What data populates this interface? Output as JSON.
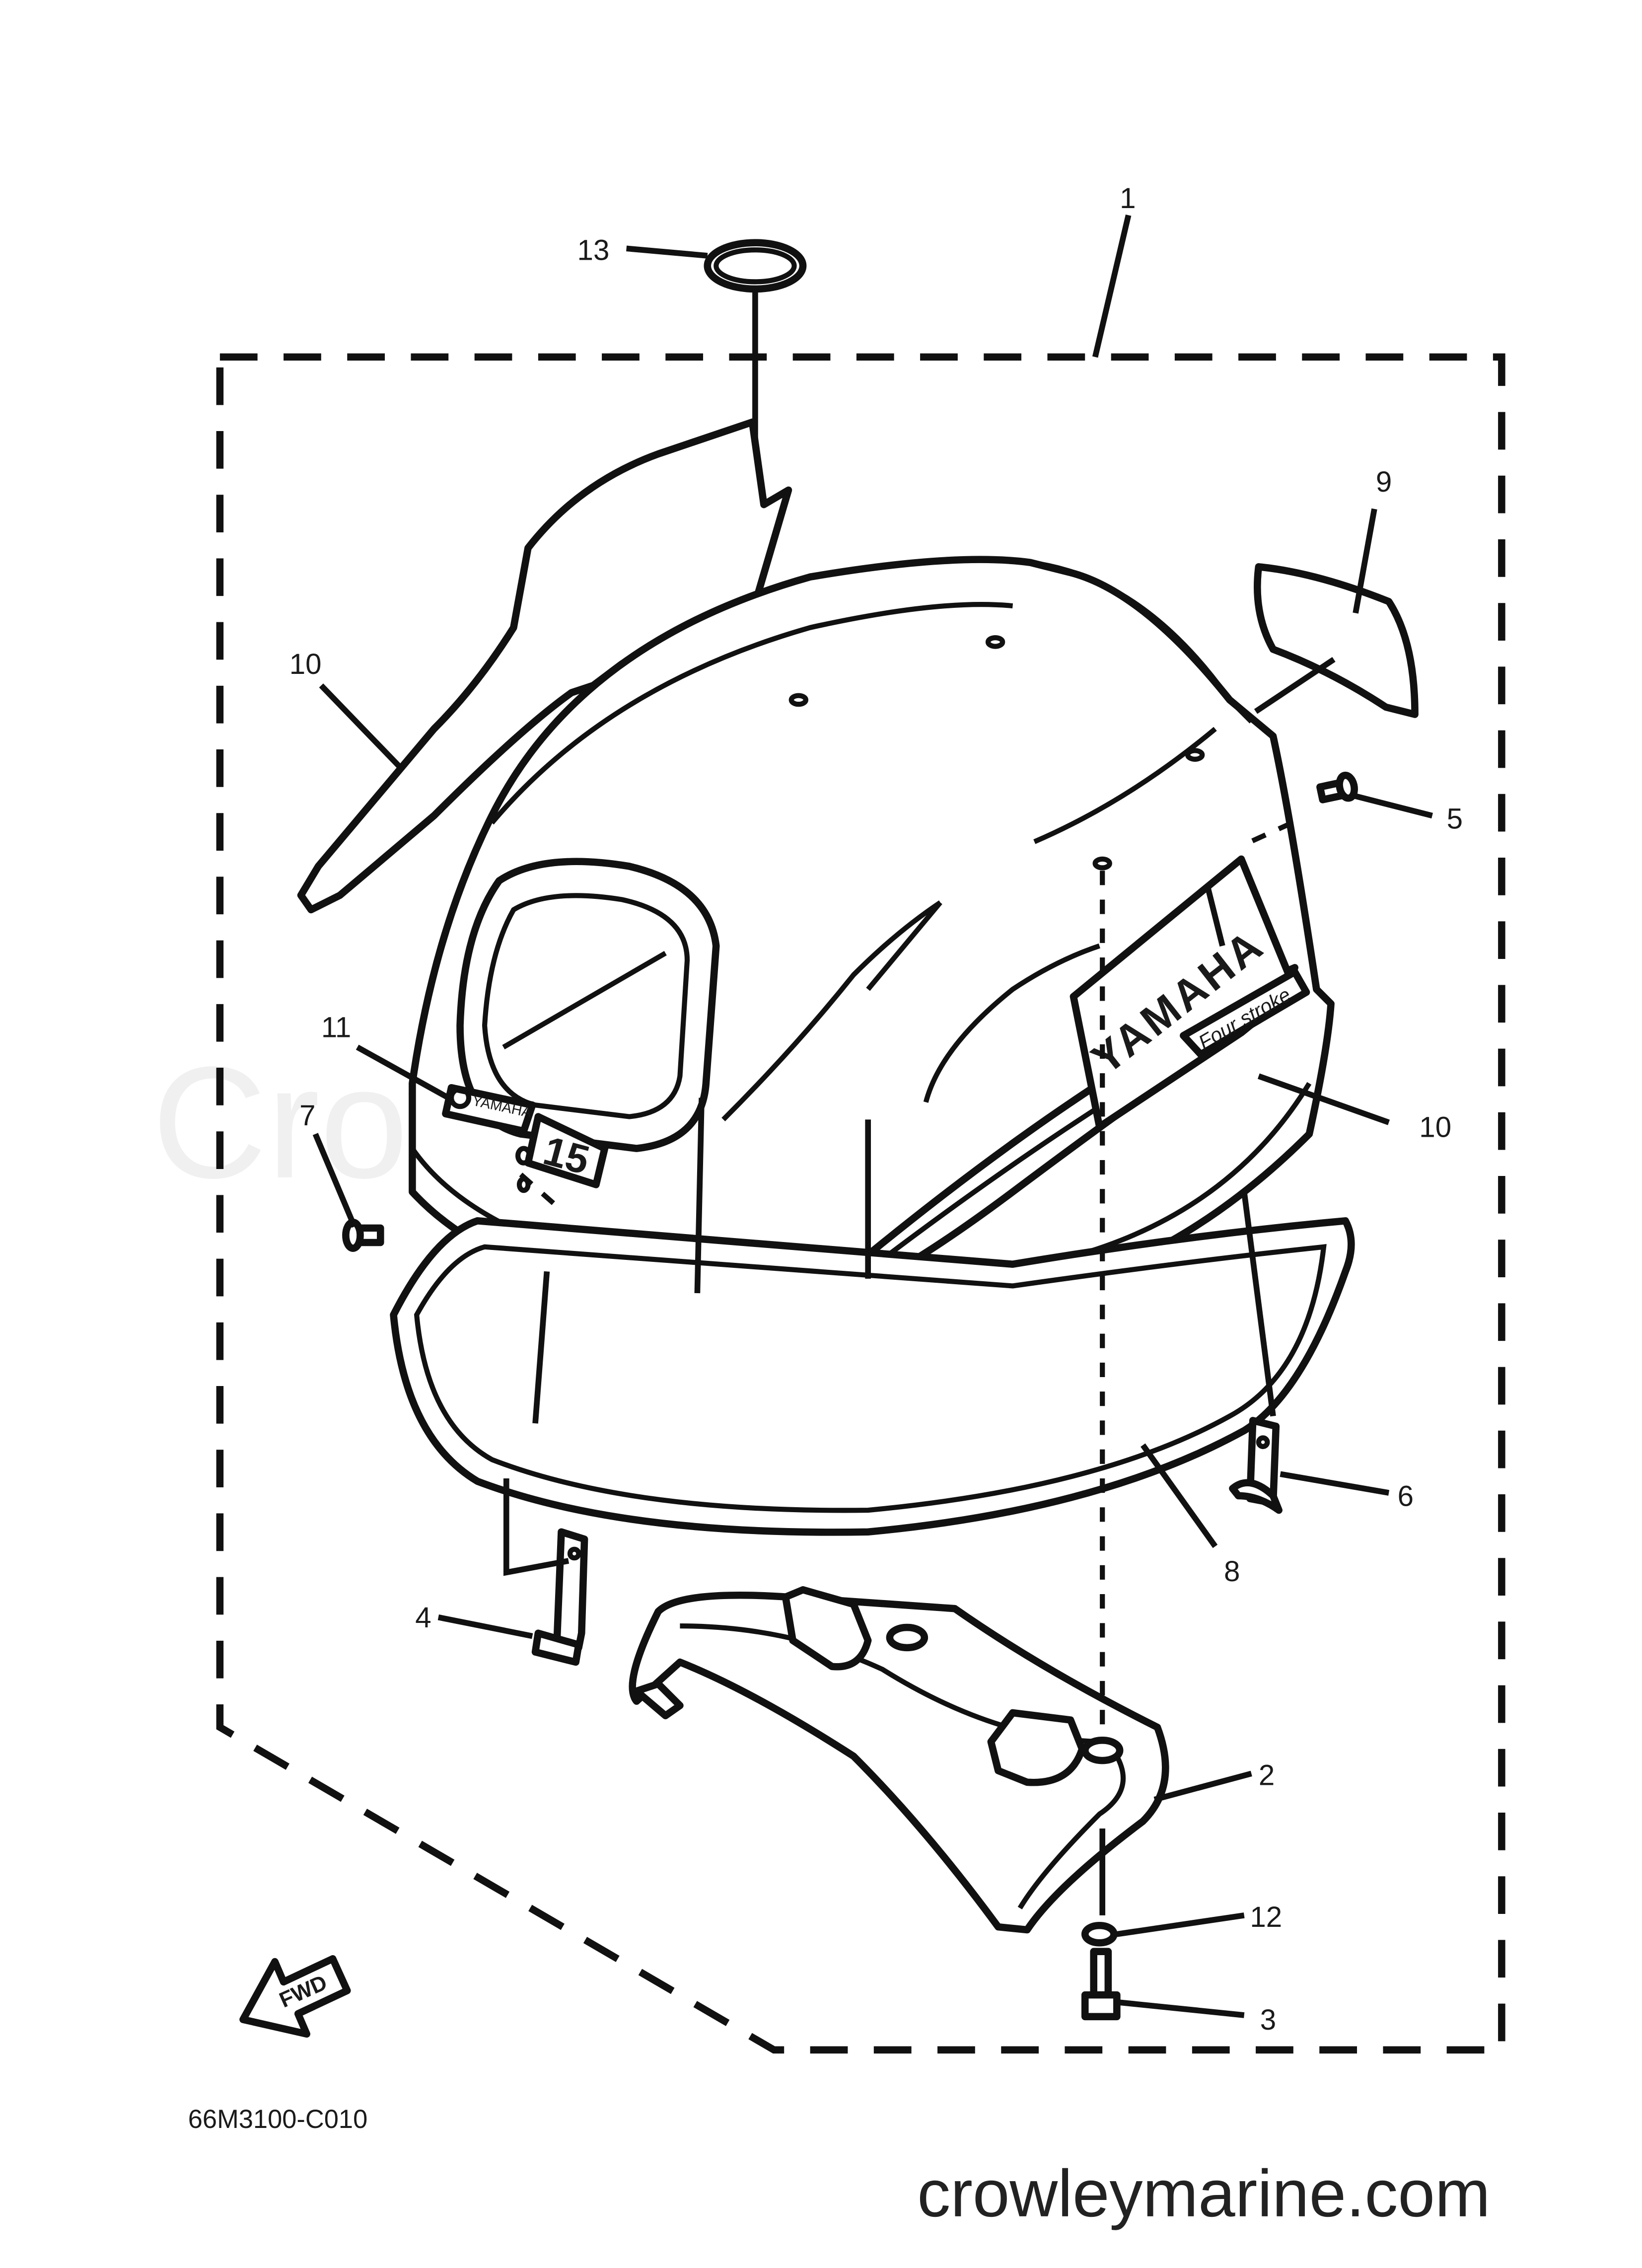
{
  "diagram": {
    "callouts": [
      {
        "number": "1",
        "part": "top-cowling-assembly"
      },
      {
        "number": "2",
        "part": "lower-seal-frame"
      },
      {
        "number": "3",
        "part": "bolt"
      },
      {
        "number": "4",
        "part": "bracket-left"
      },
      {
        "number": "5",
        "part": "pin-right"
      },
      {
        "number": "6",
        "part": "bracket-right"
      },
      {
        "number": "7",
        "part": "pin-left"
      },
      {
        "number": "8",
        "part": "seal-gasket"
      },
      {
        "number": "9",
        "part": "grille-plate"
      },
      {
        "number": "10",
        "part": "side-graphic"
      },
      {
        "number": "10",
        "part": "side-graphic"
      },
      {
        "number": "11",
        "part": "emblem"
      },
      {
        "number": "12",
        "part": "washer"
      },
      {
        "number": "13",
        "part": "grommet"
      }
    ],
    "decal_brand": "YAMAHA",
    "decal_model": "15",
    "decal_stroke": "Four stroke",
    "emblem_text": "YAMAHA",
    "fwd_label": "FWD",
    "diagram_code": "66M3100-C010"
  },
  "watermark": "Crowley Marine",
  "site_url": "crowleymarine.com"
}
